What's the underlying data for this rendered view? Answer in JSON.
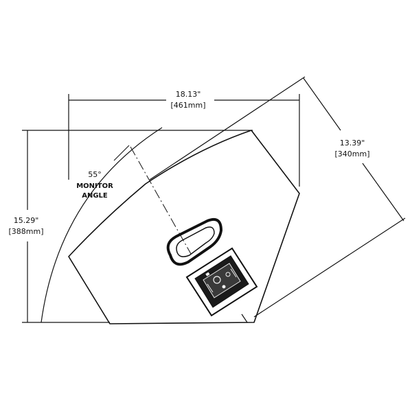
{
  "dimensions": {
    "width": {
      "imperial": "18.13\"",
      "metric": "[461mm]"
    },
    "height": {
      "imperial": "15.29\"",
      "metric": "[388mm]"
    },
    "depth": {
      "imperial": "13.39\"",
      "metric": "[340mm]"
    }
  },
  "monitor_angle": {
    "value": "55°",
    "label_line1": "MONITOR",
    "label_line2": "ANGLE"
  },
  "colors": {
    "ink": "#111111",
    "background": "#ffffff"
  }
}
